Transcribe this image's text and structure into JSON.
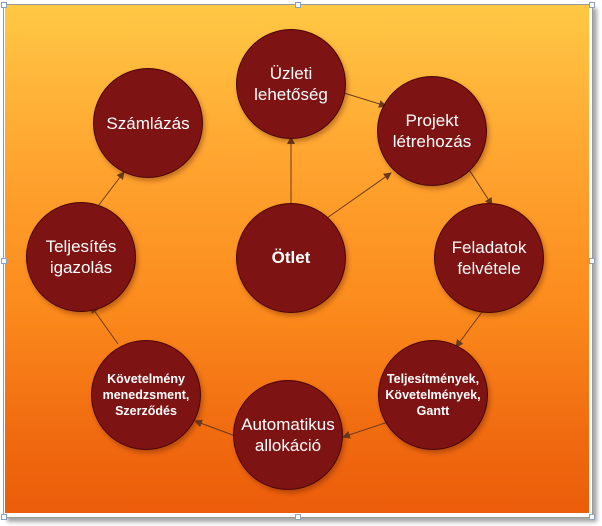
{
  "diagram": {
    "nodes": {
      "uzleti": "Üzleti\nlehetőség",
      "projekt": "Projekt\nlétrehozás",
      "feladatok": "Feladatok\nfelvétele",
      "teljesitmenyek": "Teljesítmények,\nKövetelmények,\nGantt",
      "automatikus": "Automatikus\nallokáció",
      "kovetelmeny": "Követelmény\nmenedzsment,\nSzerződés",
      "teljesites": "Teljesítés\nigazolás",
      "szamlazas": "Számlázás",
      "otlet": "Ötlet"
    },
    "colors": {
      "node_fill": "#7d1313",
      "node_border": "#4a0606",
      "arrow": "#6b3a1a",
      "gradient_top": "#ffc845",
      "gradient_bottom": "#ec5c0a"
    }
  }
}
